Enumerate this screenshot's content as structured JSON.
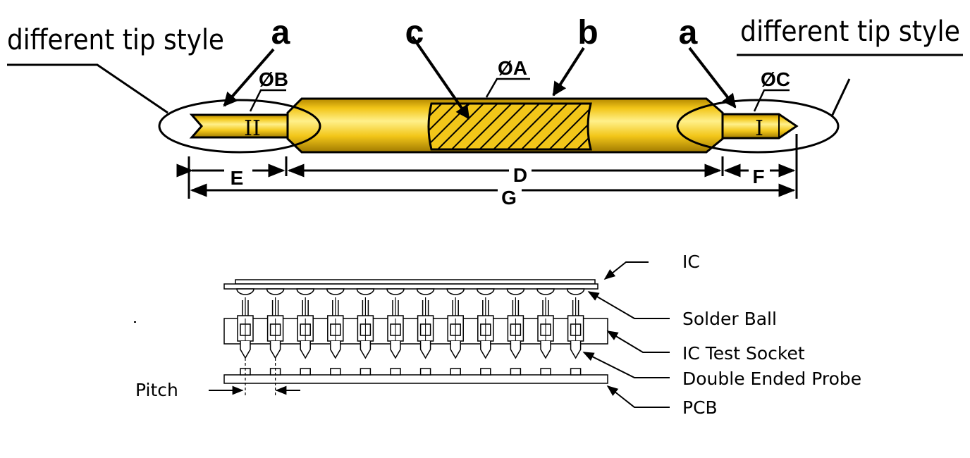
{
  "probe_diagram": {
    "tip_style_left": "different tip style",
    "tip_style_right": "different tip style",
    "letters": {
      "a_left": "a",
      "a_right": "a",
      "b": "b",
      "c": "c"
    },
    "diameters": {
      "A": "ØA",
      "B": "ØB",
      "C": "ØC"
    },
    "tip_marks": {
      "left": "II",
      "right": "I"
    },
    "dimensions": {
      "D": "D",
      "E": "E",
      "F": "F",
      "G": "G"
    }
  },
  "socket_diagram": {
    "labels": {
      "ic": "IC",
      "solder_ball": "Solder Ball",
      "ic_test_socket": "IC Test Socket",
      "double_ended_probe": "Double Ended Probe",
      "pcb": "PCB",
      "pitch": "Pitch"
    },
    "probe_count": 12
  },
  "colors": {
    "gold_light": "#FFF08A",
    "gold_mid": "#F2C619",
    "gold_dark": "#B38700",
    "outline": "#000000"
  }
}
